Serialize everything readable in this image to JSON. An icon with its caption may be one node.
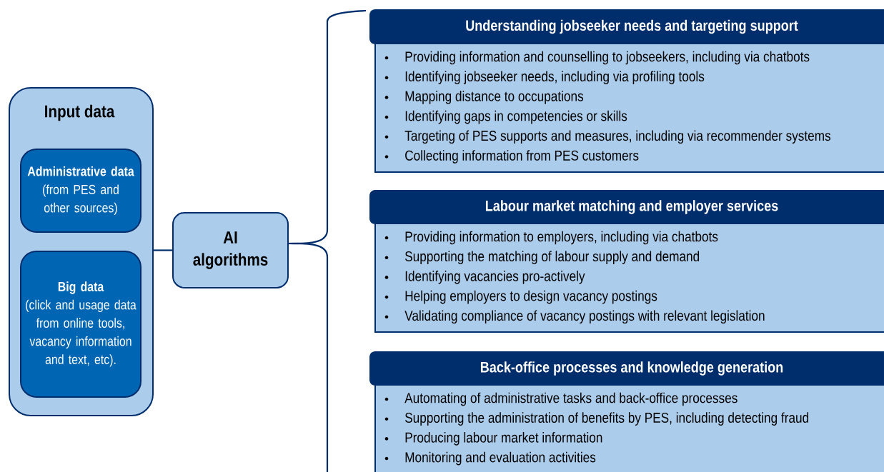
{
  "diagram": {
    "nodes": [
      {
        "text": [
          "Input data"
        ]
      },
      {
        "text": [
          "Administrative data",
          "(from PES and other sources)"
        ],
        "in": 0
      },
      {
        "text": [
          "Big data",
          "(click and usage data from online tools, vacancy information and text, etc)."
        ],
        "in": 0
      },
      {
        "text": [
          "AI algorithms"
        ]
      },
      {
        "text": [
          "Understanding jobseeker needs and targeting support",
          "Providing information and counselling to jobseekers, including via chatbots",
          "Identifying jobseeker needs, including via profiling tools",
          "Mapping distance to occupations",
          "Identifying gaps in competencies or skills",
          "Targeting of PES supports and measures, including via recommender systems",
          "Collecting information from PES customers"
        ]
      },
      {
        "text": [
          "Labour market matching and employer services",
          "Providing information to employers, including via chatbots",
          "Supporting the matching of labour supply and demand",
          "Identifying vacancies pro-actively",
          "Helping employers to design vacancy postings",
          "Validating compliance of vacancy postings with relevant legislation"
        ]
      },
      {
        "text": [
          "Back-office processes and knowledge generation",
          "Automating of administrative tasks and back-office processes",
          "Supporting the administration of benefits by PES, including detecting fraud",
          "Producing labour market information",
          "Monitoring and evaluation activities"
        ]
      }
    ],
    "edges": [
      {
        "from": 0,
        "to": 3,
        "arrow": "none"
      }
    ]
  }
}
